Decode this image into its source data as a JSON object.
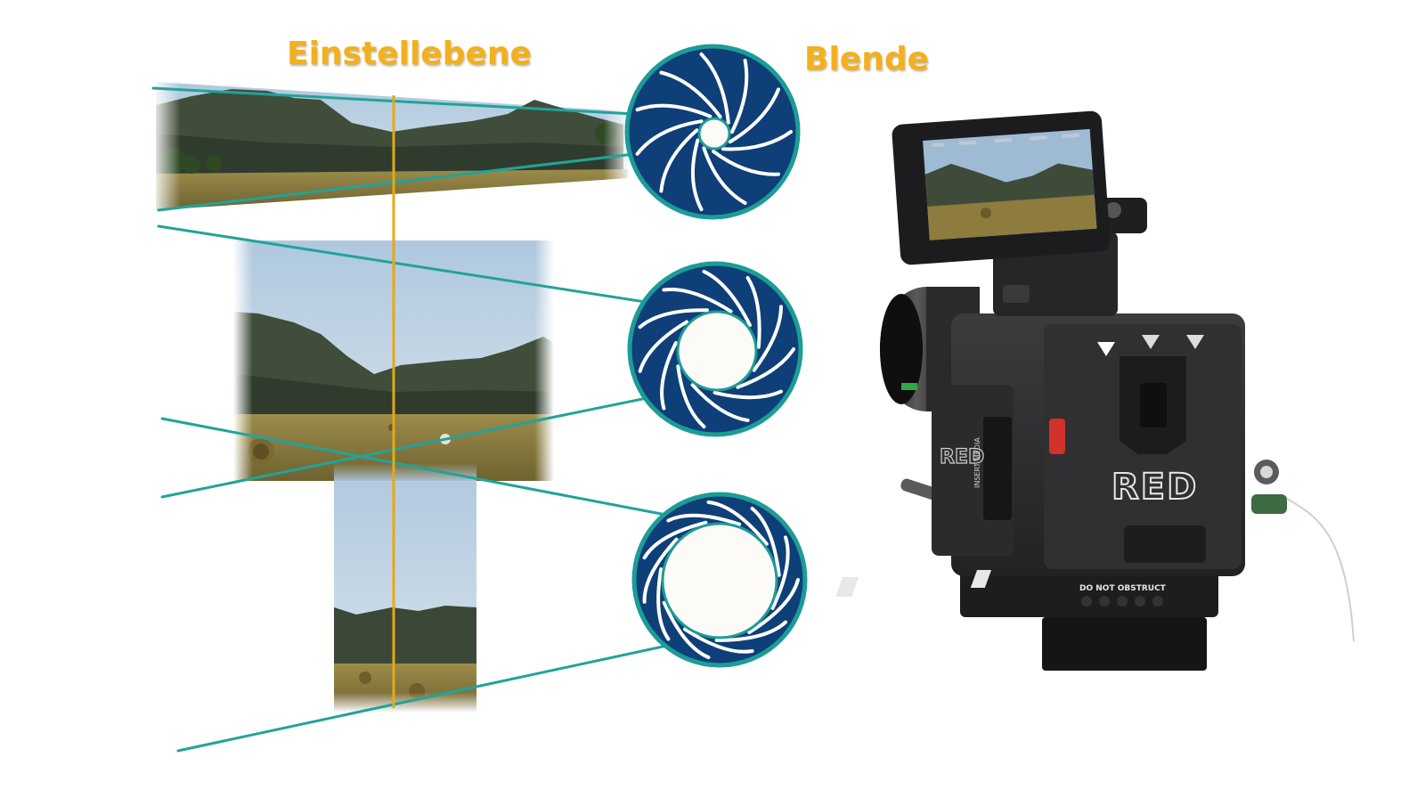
{
  "labels": {
    "focus_plane": "Einstellebene",
    "aperture": "Blende"
  },
  "camera": {
    "brand_text": "RED",
    "warning_text": "DO NOT OBSTRUCT",
    "slot_text": "INSERT MEDIA"
  },
  "colors": {
    "label_orange": "#F2B01E",
    "focus_line": "#E6A817",
    "ray_teal": "#21A39A",
    "iris_blue": "#0E3F78",
    "iris_ring": "#1C9C96",
    "blade_white": "#FFFFFF",
    "sky": "#BFD4E6",
    "mountain": "#3F4D3A",
    "field": "#8A7A3E",
    "camera_body": "#2B2B2D"
  },
  "icons": {
    "aperture": "aperture-iris-icon",
    "camera": "cinema-camera-icon"
  }
}
